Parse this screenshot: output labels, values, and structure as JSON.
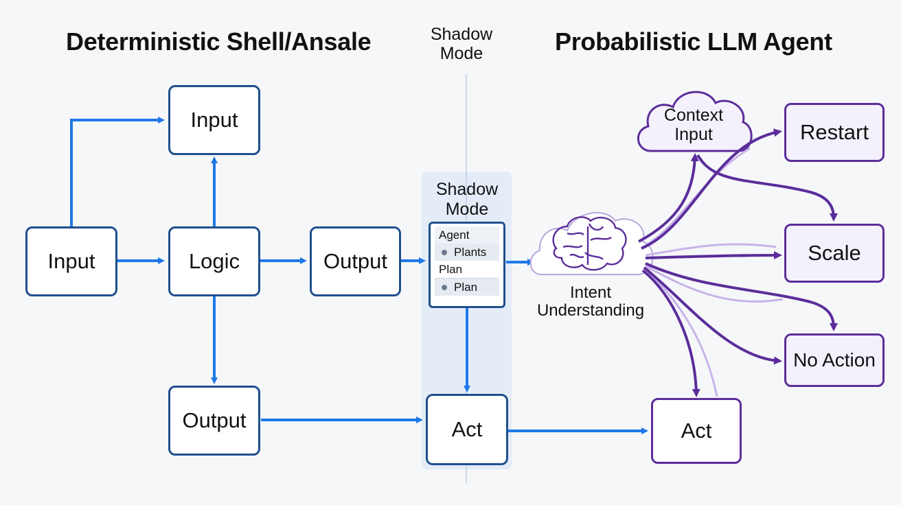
{
  "titles": {
    "left": "Deterministic Shell/Ansale",
    "center": "Shadow\nMode",
    "right": "Probabilistic LLM Agent"
  },
  "left": {
    "input_top": "Input",
    "input_left": "Input",
    "logic": "Logic",
    "output_mid": "Output",
    "output_bottom": "Output"
  },
  "shadow": {
    "title": "Shadow\nMode",
    "panel": {
      "agent_header": "Agent",
      "agent_item": "Plants",
      "plan_header": "Plan",
      "plan_item": "Plan"
    },
    "act": "Act"
  },
  "right": {
    "context": "Context\nInput",
    "intent": "Intent\nUnderstanding",
    "restart": "Restart",
    "scale": "Scale",
    "no_action": "No Action",
    "act": "Act"
  },
  "colors": {
    "blue_arrow": "#1f78e8",
    "blue_border": "#1f4e8c",
    "purple": "#5b2d9a",
    "purple_light": "#b99be0"
  }
}
